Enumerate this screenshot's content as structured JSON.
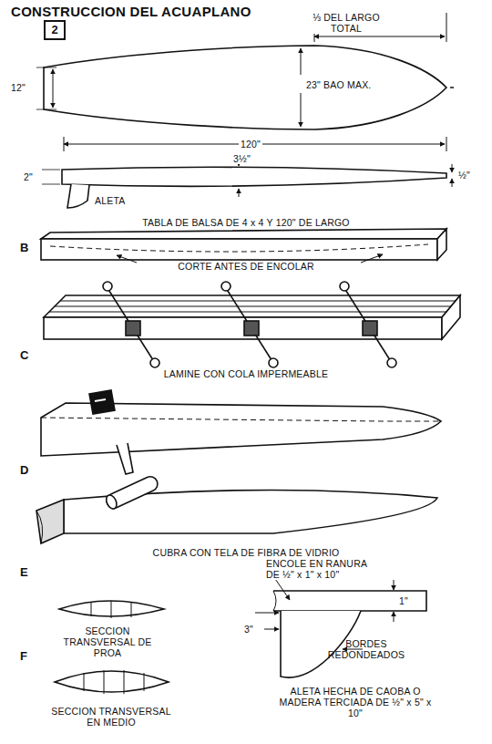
{
  "diagram": {
    "title": "CONSTRUCCION DEL ACUAPLANO",
    "nodes": [
      {
        "text": [
          "2"
        ]
      }
    ],
    "labels": [
      "⅓ DEL LARGO TOTAL",
      "12\"",
      "23\" BAO MAX.",
      "120\"",
      "2\"",
      "3½\"",
      "½\"",
      "ALETA",
      "TABLA DE BALSA DE 4 x 4 Y 120\" DE LARGO",
      "B",
      "CORTE ANTES DE ENCOLAR",
      "C",
      "LAMINE CON COLA IMPERMEABLE",
      "D",
      "CUBRA CON TELA DE FIBRA DE VIDRIO",
      "E",
      "ENCOLE EN RANURA DE ½\" x 1\" x 10\"",
      "1\"",
      "SECCION TRANSVERSAL DE PROA",
      "3\"",
      "BORDES REDONDEADOS",
      "F",
      "ALETA HECHA DE CAOBA O MADERA TERCIADA DE ½\" x 5\" x 10\"",
      "SECCION TRANSVERSAL EN MEDIO"
    ]
  }
}
